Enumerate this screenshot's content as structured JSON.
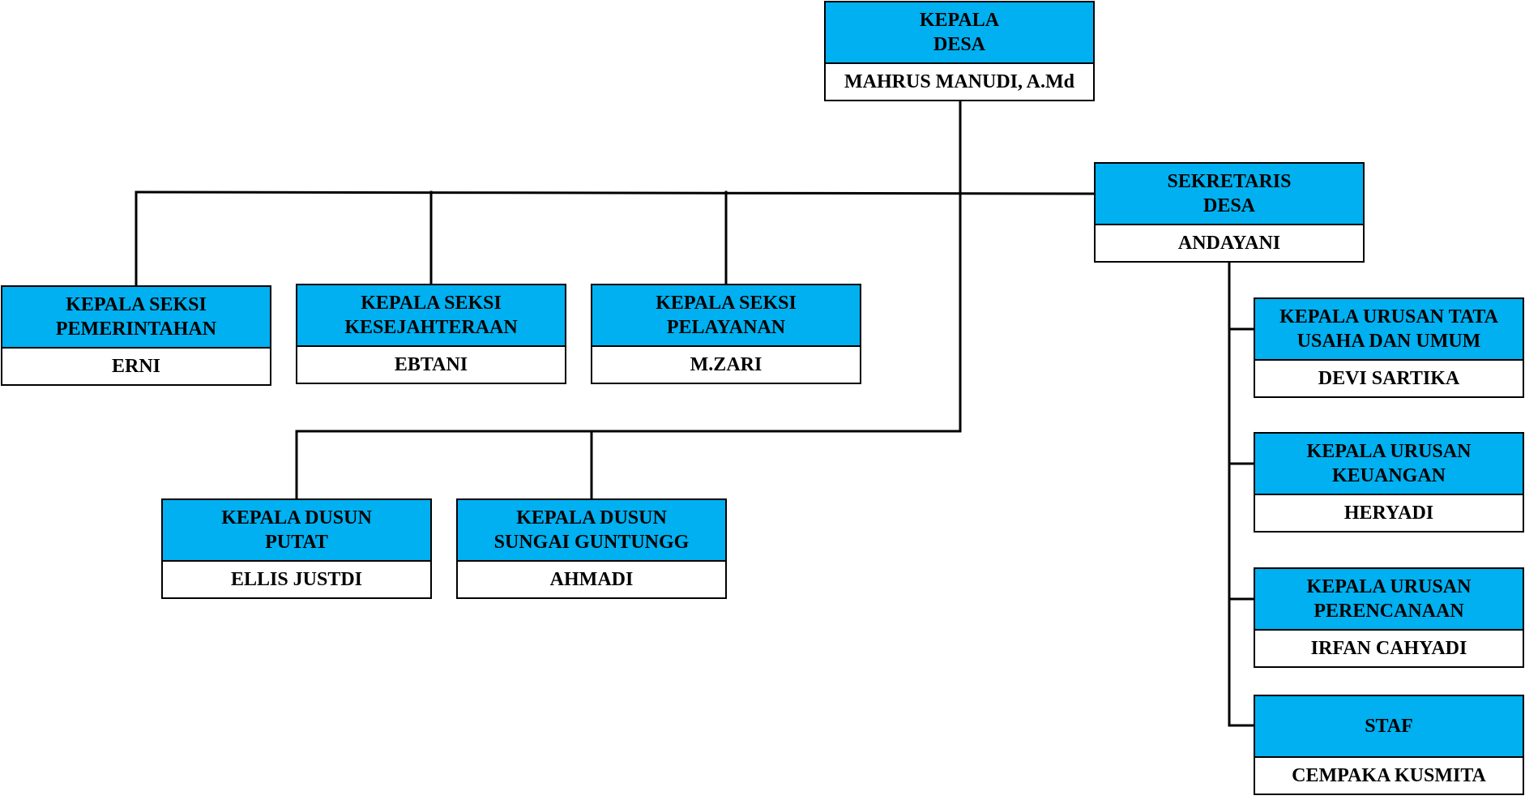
{
  "colors": {
    "title_fill": "#00b0f0",
    "line": "#000000",
    "border": "#000000"
  },
  "nodes": {
    "kepala_desa": {
      "title_line1": "KEPALA",
      "title_line2": "DESA",
      "name": "MAHRUS MANUDI, A.Md"
    },
    "sekretaris_desa": {
      "title_line1": "SEKRETARIS",
      "title_line2": "DESA",
      "name": "ANDAYANI"
    },
    "seksi_pemerintahan": {
      "title_line1": "KEPALA SEKSI",
      "title_line2": "PEMERINTAHAN",
      "name": "ERNI"
    },
    "seksi_kesejahteraan": {
      "title_line1": "KEPALA SEKSI",
      "title_line2": "KESEJAHTERAAN",
      "name": "EBTANI"
    },
    "seksi_pelayanan": {
      "title_line1": "KEPALA SEKSI",
      "title_line2": "PELAYANAN",
      "name": "M.ZARI"
    },
    "dusun_putat": {
      "title_line1": "KEPALA DUSUN",
      "title_line2": "PUTAT",
      "name": "ELLIS JUSTDI"
    },
    "dusun_sungai_guntungg": {
      "title_line1": "KEPALA DUSUN",
      "title_line2": "SUNGAI GUNTUNGG",
      "name": "AHMADI"
    },
    "urusan_tata_usaha": {
      "title_line1": "KEPALA URUSAN TATA",
      "title_line2": "USAHA DAN UMUM",
      "name": "DEVI SARTIKA"
    },
    "urusan_keuangan": {
      "title_line1": "KEPALA URUSAN",
      "title_line2": "KEUANGAN",
      "name": "HERYADI"
    },
    "urusan_perencanaan": {
      "title_line1": "KEPALA URUSAN",
      "title_line2": "PERENCANAAN",
      "name": "IRFAN CAHYADI"
    },
    "staf": {
      "title_line1": "STAF",
      "title_line2": "",
      "name": "CEMPAKA KUSMITA"
    }
  }
}
